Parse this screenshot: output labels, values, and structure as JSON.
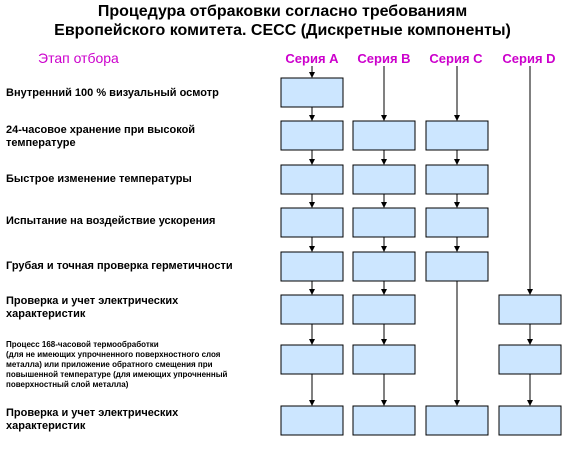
{
  "title": {
    "line1": "Процедура отбраковки  согласно требованиям",
    "line2": "Европейского комитета. СЕСС (Дискретные компоненты)"
  },
  "stage_header": "Этап отбора",
  "series": [
    {
      "label": "Серия A",
      "stages": [
        0,
        1,
        2,
        3,
        4,
        5,
        6,
        7
      ]
    },
    {
      "label": "Серия B",
      "stages": [
        1,
        2,
        3,
        4,
        5,
        6,
        7
      ]
    },
    {
      "label": "Серия C",
      "stages": [
        1,
        2,
        3,
        4,
        7
      ]
    },
    {
      "label": "Серия D",
      "stages": [
        5,
        6,
        7
      ]
    }
  ],
  "stages": [
    {
      "label": "Внутренний 100 % визуальный осмотр"
    },
    {
      "label": "24-часовое хранение при высокой\nтемпературе"
    },
    {
      "label": "Быстрое изменение температуры"
    },
    {
      "label": "Испытание на воздействие  ускорения"
    },
    {
      "label": "Грубая и точная  проверка герметичности"
    },
    {
      "label": "Проверка и учет электрических\nхарактеристик"
    },
    {
      "label": "Процесс 168-часовой термообработки\n(для не имеющих упрочненного поверхностного слоя\nметалла)  или приложение обратного смещения при\nповышенной температуре  (для имеющих упрочненный\nповерхностный слой металла)"
    },
    {
      "label": "Проверка и учет электрических\nхарактеристик"
    }
  ],
  "colors": {
    "accent": "#cc00cc",
    "box_fill": "#cce6ff",
    "line": "#000000"
  }
}
